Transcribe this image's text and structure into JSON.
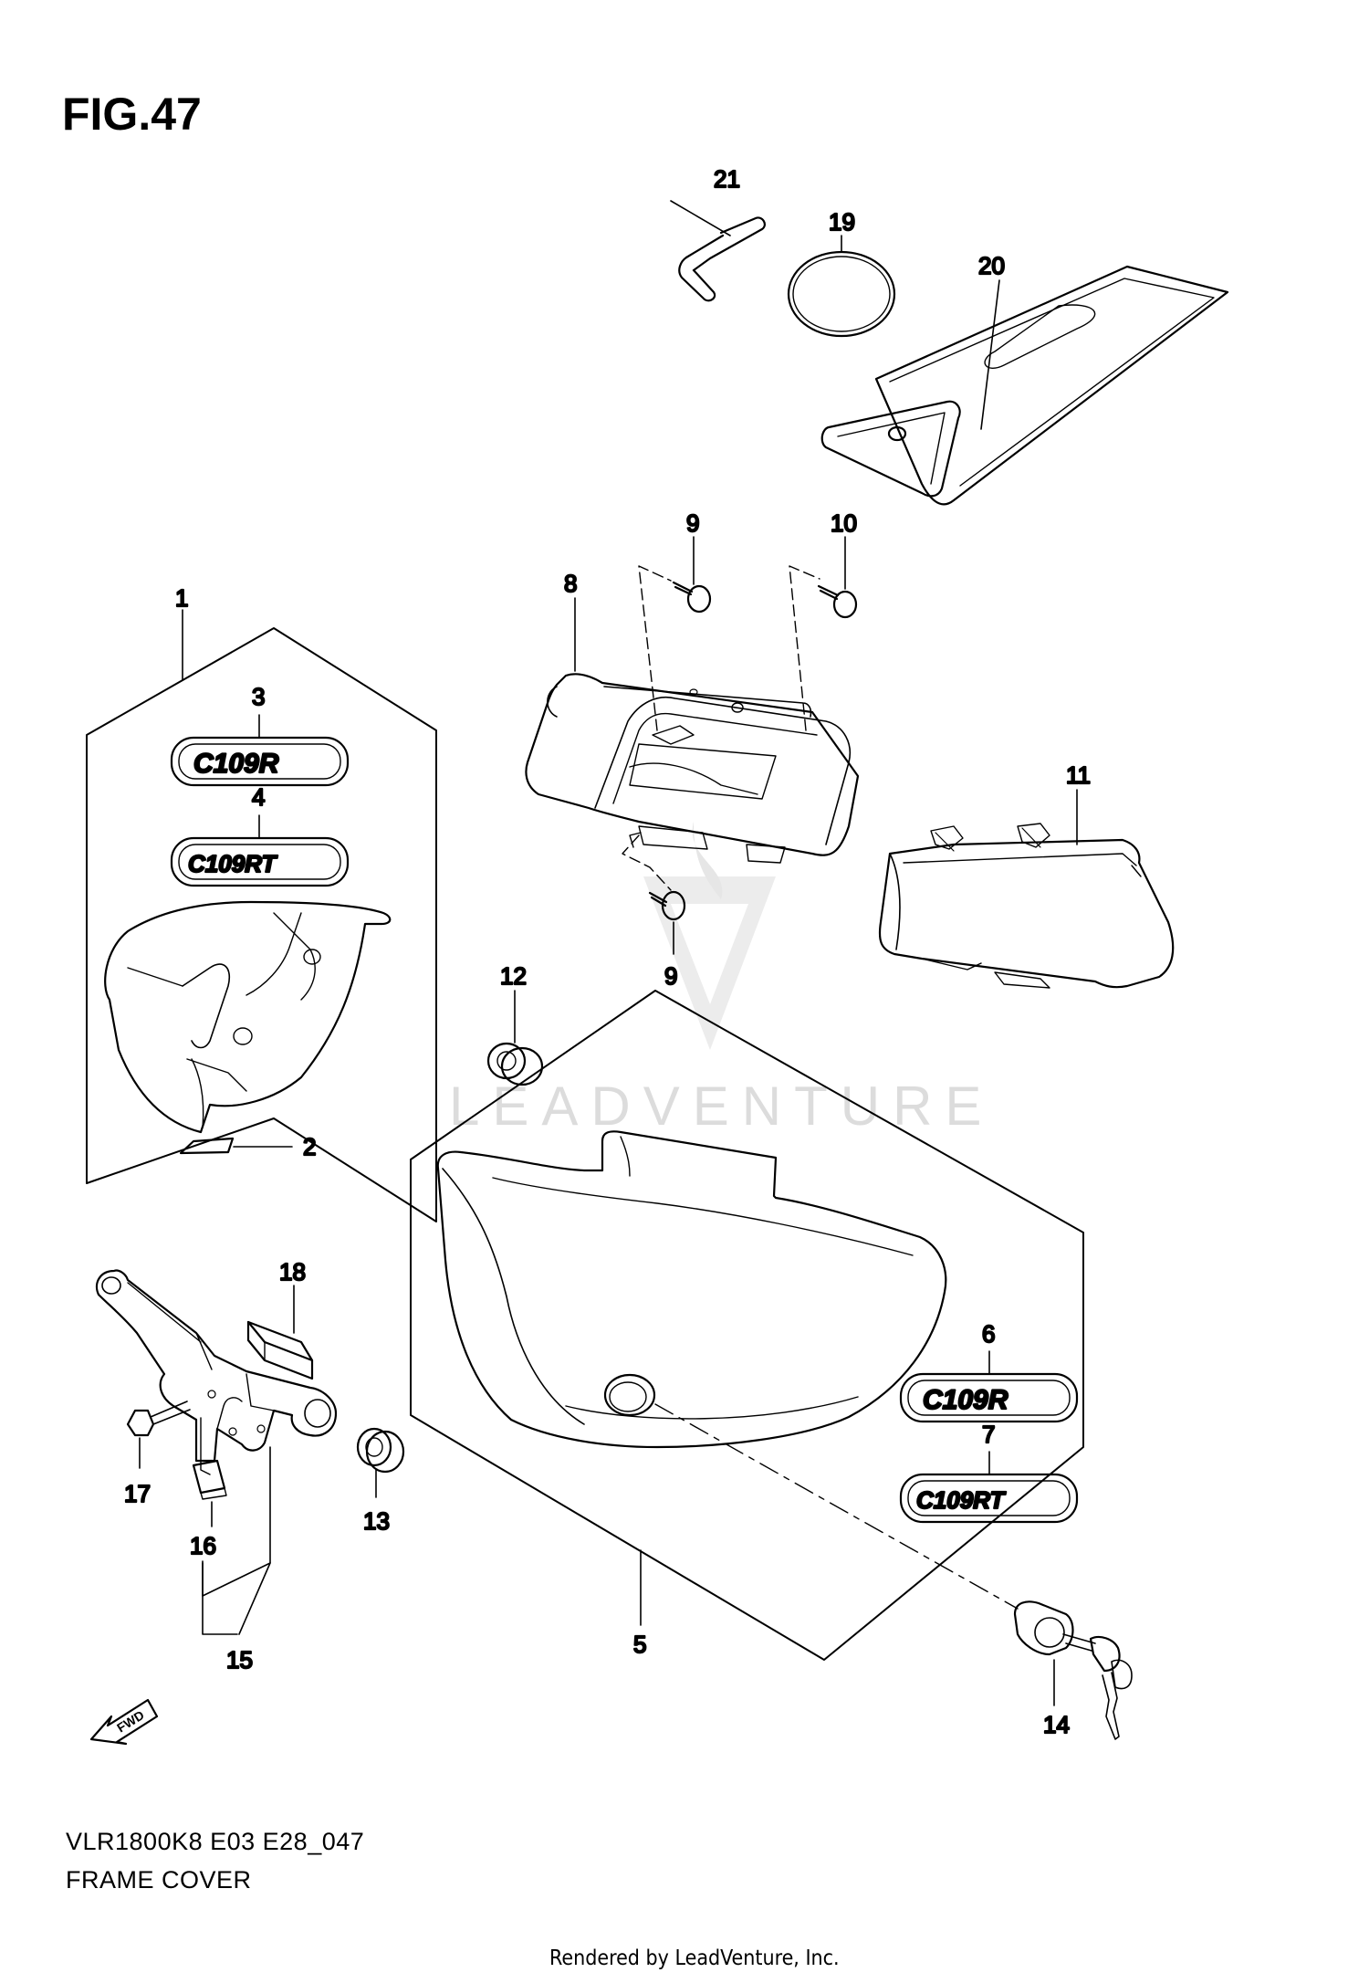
{
  "figure": {
    "title": "FIG.47",
    "model_code": "VLR1800K8 E03 E28_047",
    "name": "FRAME COVER",
    "rendered_by": "Rendered by LeadVenture, Inc.",
    "watermark": "LEADVENTURE",
    "fwd_label": "FWD"
  },
  "badges": {
    "c109r": "C109R",
    "c109rt": "C109RT"
  },
  "callouts": {
    "n1": "1",
    "n2": "2",
    "n3": "3",
    "n4": "4",
    "n5": "5",
    "n6": "6",
    "n7": "7",
    "n8": "8",
    "n9a": "9",
    "n9b": "9",
    "n10": "10",
    "n11": "11",
    "n12": "12",
    "n13": "13",
    "n14": "14",
    "n15": "15",
    "n16": "16",
    "n17": "17",
    "n18": "18",
    "n19": "19",
    "n20": "20",
    "n21": "21"
  }
}
